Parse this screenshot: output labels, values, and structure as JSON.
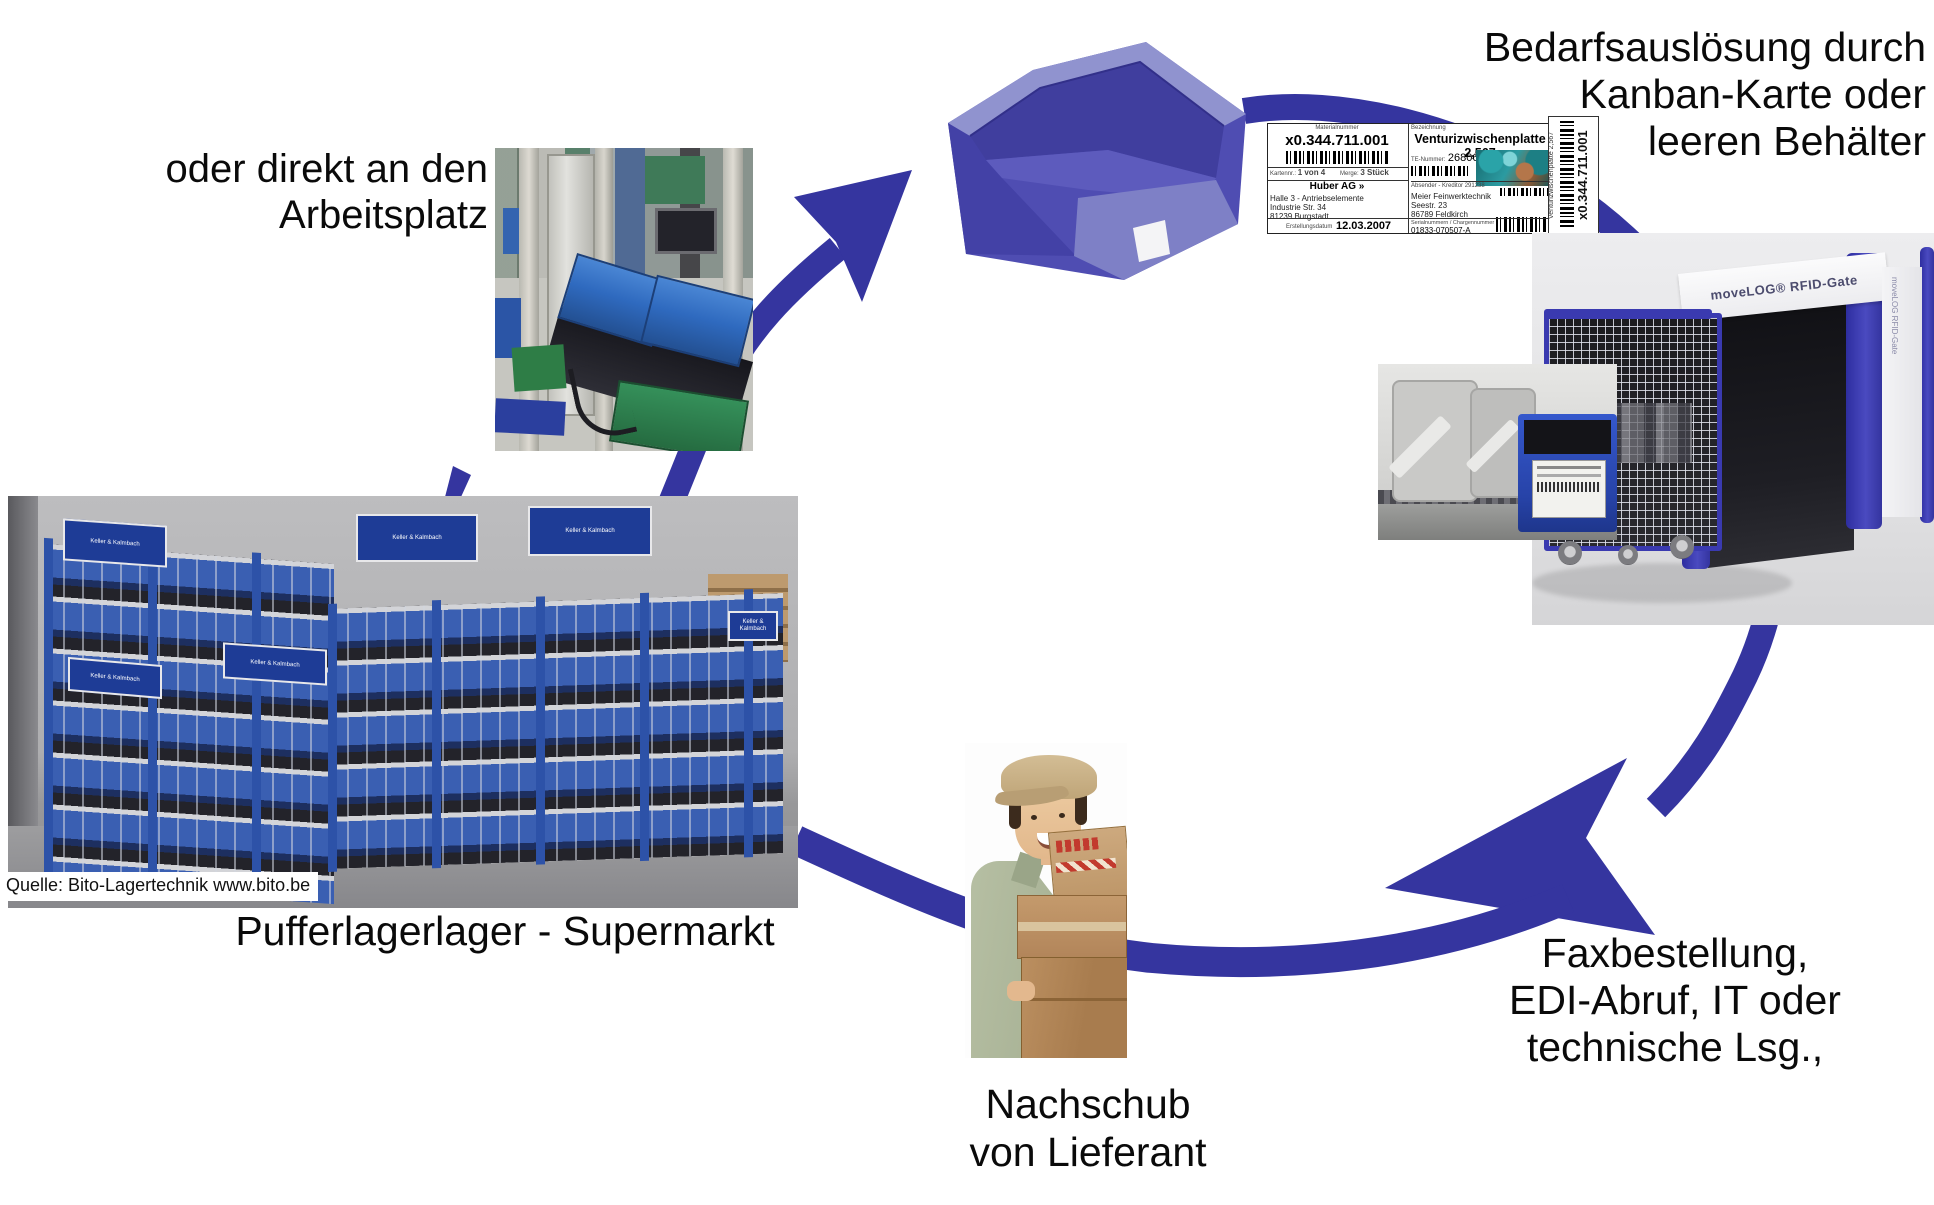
{
  "labels": {
    "top_left_line1": "oder direkt an den",
    "top_left_line2": "Arbeitsplatz",
    "top_right_line1": "Bedarfsauslösung durch",
    "top_right_line2": "Kanban-Karte oder",
    "top_right_line3": "leeren Behälter",
    "supermarket_caption": "Pufferlagerlager - Supermarkt",
    "source_caption": "Quelle:  Bito-Lagertechnik  www.bito.be",
    "supplier_line1": "Nachschub",
    "supplier_line2": "von Lieferant",
    "order_line1": "Faxbestellung,",
    "order_line2": "EDI-Abruf, IT oder",
    "order_line3": "technische Lsg.,"
  },
  "kanban_card": {
    "material_label": "Materialnummer",
    "material_number": "x0.344.711.001",
    "description_label": "Bezeichnung",
    "description": "Venturizwischenplatte 2,567",
    "te_label": "TE-Nummer:",
    "te_number": "26806237",
    "card_no_label": "Kartennr.:",
    "card_no": "1 von 4",
    "qty_label": "Merge:",
    "qty": "3 Stück",
    "sender_label": "Absender  -  Kreditor  291238",
    "recipient_name": "Huber AG »",
    "recipient_line1": "Halle 3 - Antriebselemente",
    "recipient_line2": "Industrie Str. 34",
    "recipient_line3": "81239 Burgstadt",
    "supplier_line1": "Meier Feinwerktechnik",
    "supplier_line2": "Seestr. 23",
    "supplier_line3": "86789 Feldkirch",
    "date_label": "Erstellungsdatum",
    "date": "12.03.2007",
    "serial_label": "Serialnummern / Chargennummer",
    "serial": "01833-070507-A",
    "side_text_small": "Venturizwischenplatte 2,567",
    "side_text_main": "x0.344.711.001"
  },
  "rfid_gate": {
    "label": "moveLOG® RFID-Gate",
    "side_label": "moveLOG RFID-Gate"
  },
  "warehouse": {
    "sign": "Keller & Kalmbach"
  },
  "colors": {
    "arrow_blue": "#35359f",
    "bin_blue": "#4f4db2",
    "rack_blue": "#2d52a8"
  }
}
